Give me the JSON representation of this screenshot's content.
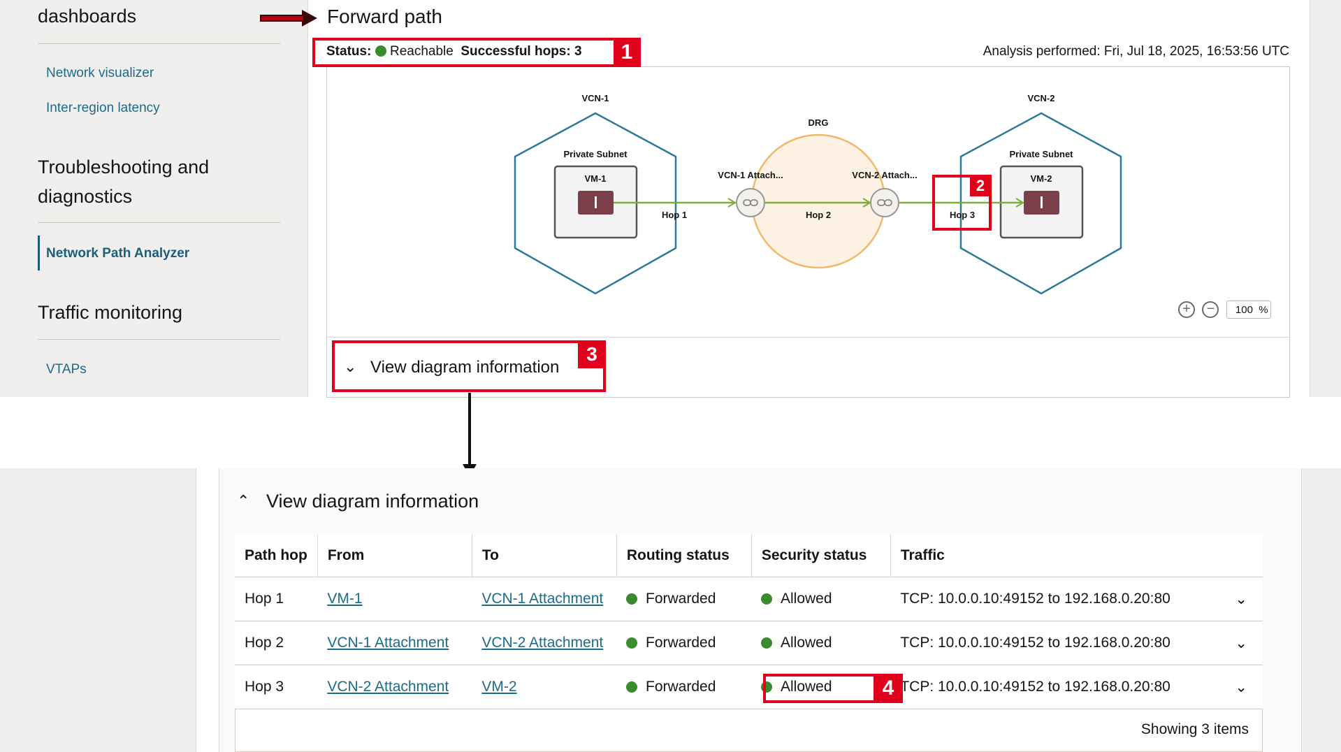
{
  "sidebar": {
    "section_dashboards": "dashboards",
    "links_dashboards": [
      "Network visualizer",
      "Inter-region latency"
    ],
    "section_troubleshooting_line1": "Troubleshooting and",
    "section_troubleshooting_line2": "diagnostics",
    "active_link": "Network Path Analyzer",
    "section_traffic": "Traffic monitoring",
    "link_vtaps": "VTAPs"
  },
  "forward_path": {
    "title": "Forward path",
    "status_label": "Status:",
    "status_value": "Reachable",
    "hops_label": "Successful hops: 3",
    "analysis_time": "Analysis performed: Fri, Jul 18, 2025, 16:53:56 UTC"
  },
  "diagram": {
    "vcn1": "VCN-1",
    "vcn2": "VCN-2",
    "drg": "DRG",
    "subnet1": "Private Subnet",
    "subnet2": "Private Subnet",
    "vm1": "VM-1",
    "vm2": "VM-2",
    "attach1": "VCN-1 Attach...",
    "attach2": "VCN-2 Attach...",
    "hop1": "Hop 1",
    "hop2": "Hop 2",
    "hop3": "Hop 3",
    "zoom_value": "100",
    "zoom_unit": "%",
    "colors": {
      "vcn": "#2b7a9b",
      "drg": "#f0b869",
      "drg_fill": "#fdf1e4",
      "vm": "#7b3f4a",
      "arrow": "#7dae3a"
    }
  },
  "view_info": {
    "label": "View diagram information"
  },
  "table": {
    "headers": [
      "Path hop",
      "From",
      "To",
      "Routing status",
      "Security status",
      "Traffic"
    ],
    "rows": [
      {
        "hop": "Hop 1",
        "from": "VM-1",
        "to": "VCN-1 Attachment",
        "routing": "Forwarded",
        "security": "Allowed",
        "traffic": "TCP: 10.0.0.10:49152 to 192.168.0.20:80"
      },
      {
        "hop": "Hop 2",
        "from": "VCN-1 Attachment",
        "to": "VCN-2 Attachment",
        "routing": "Forwarded",
        "security": "Allowed",
        "traffic": "TCP: 10.0.0.10:49152 to 192.168.0.20:80"
      },
      {
        "hop": "Hop 3",
        "from": "VCN-2 Attachment",
        "to": "VM-2",
        "routing": "Forwarded",
        "security": "Allowed",
        "traffic": "TCP: 10.0.0.10:49152 to 192.168.0.20:80"
      }
    ],
    "footer": "Showing 3 items"
  },
  "annotations": {
    "badge_1": "1",
    "badge_2": "2",
    "badge_3": "3",
    "badge_4": "4",
    "color": "#e0001b"
  }
}
